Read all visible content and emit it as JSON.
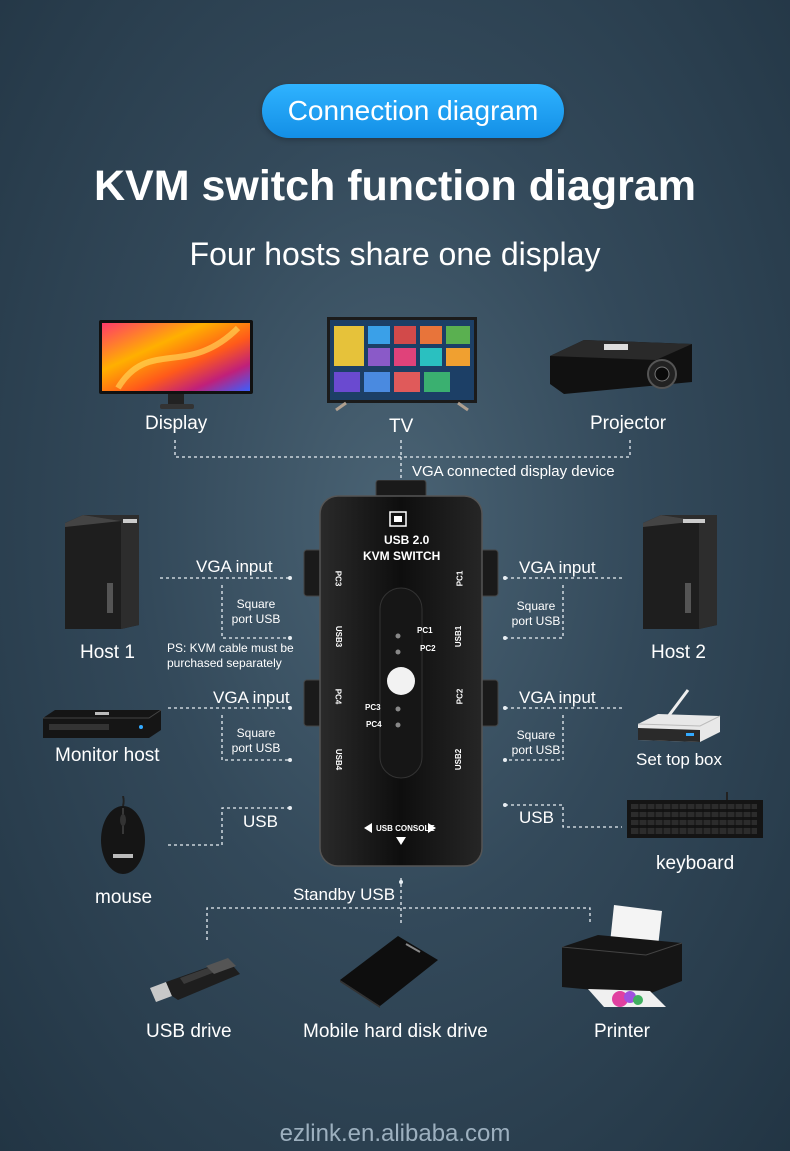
{
  "header": {
    "badge": "Connection diagram",
    "title": "KVM switch function diagram",
    "subtitle": "Four hosts share one display"
  },
  "displays": {
    "display_label": "Display",
    "tv_label": "TV",
    "projector_label": "Projector",
    "vga_display_note": "VGA connected display device"
  },
  "left": {
    "host1_label": "Host 1",
    "monitor_host_label": "Monitor host",
    "mouse_label": "mouse",
    "vga_input_1": "VGA input",
    "square_usb_1a": "Square",
    "square_usb_1b": "port USB",
    "ps_note_a": "PS: KVM cable must be",
    "ps_note_b": "purchased separately",
    "vga_input_2": "VGA input",
    "square_usb_2a": "Square",
    "square_usb_2b": "port USB",
    "usb_label": "USB"
  },
  "right": {
    "host2_label": "Host 2",
    "set_top_box_label": "Set top box",
    "keyboard_label": "keyboard",
    "vga_input_1": "VGA input",
    "square_usb_1a": "Square",
    "square_usb_1b": "port USB",
    "vga_input_2": "VGA input",
    "square_usb_2a": "Square",
    "square_usb_2b": "port USB",
    "usb_label": "USB"
  },
  "switch": {
    "line1": "USB 2.0",
    "line2": "KVM SWITCH",
    "pc1": "PC1",
    "pc2": "PC2",
    "pc3": "PC3",
    "pc4": "PC4",
    "side_pc3": "PC3",
    "side_usb3": "USB3",
    "side_pc4": "PC4",
    "side_usb4": "USB4",
    "side_pc1": "PC1",
    "side_usb1": "USB1",
    "side_pc2": "PC2",
    "side_usb2": "USB2",
    "console": "USB CONSOLE"
  },
  "bottom": {
    "standby_usb": "Standby USB",
    "usb_drive_label": "USB drive",
    "hdd_label": "Mobile hard disk drive",
    "printer_label": "Printer"
  },
  "footer": "ezlink.en.alibaba.com",
  "colors": {
    "accent": "#1a9cf0",
    "background": "#33495a"
  }
}
